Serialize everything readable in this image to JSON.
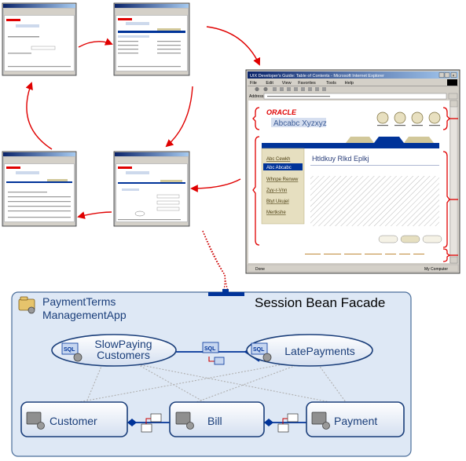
{
  "browser": {
    "title": "UIX Developer's Guide: Table of Contents - Microsoft Internet Explorer",
    "menu": [
      "File",
      "Edit",
      "View",
      "Favorites",
      "Tools",
      "Help"
    ],
    "address_label": "Address",
    "status_left": "Done",
    "status_right": "My Computer"
  },
  "page": {
    "brand": "ORACLE",
    "app_name": "Abcabc Xyzxyz",
    "content_heading": "Htldkuy Rlkd Eplkj",
    "sidenav": [
      "Abc Cewkh",
      "Abc Abcabc",
      "Whnpe Renww",
      "Zyy-r-Vnn",
      "Btyt Ukujel",
      "Mertkshe"
    ]
  },
  "diagram": {
    "app_name": "PaymentTerms\nManagementApp",
    "facade_title": "Session Bean Facade",
    "view_objects": [
      "SlowPaying\nCustomers",
      "LatePayments"
    ],
    "entity_objects": [
      "Customer",
      "Bill",
      "Payment"
    ],
    "icon_sql_text": "SQL"
  },
  "colors": {
    "accent_red": "#e00000",
    "navy": "#003399",
    "panel_bg": "#dee8f5",
    "panel_border": "#4a6d9a",
    "node_fill": "#dde6f2",
    "tan": "#d2c89a",
    "link_gray": "#b0b0b0"
  }
}
